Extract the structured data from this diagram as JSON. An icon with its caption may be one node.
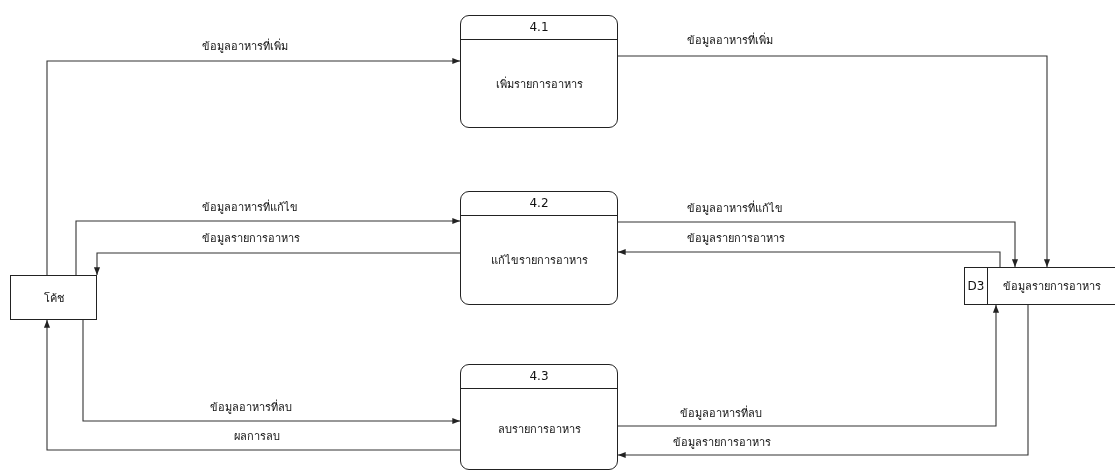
{
  "diagram": {
    "nodes": [
      {
        "text": [
          "โค้ช"
        ]
      },
      {
        "text": [
          "4.1",
          "เพิ่มรายการอาหาร"
        ]
      },
      {
        "text": [
          "4.2",
          "แก้ไขรายการอาหาร"
        ]
      },
      {
        "text": [
          "4.3",
          "ลบรายการอาหาร"
        ]
      },
      {
        "text": [
          "D3",
          "ข้อมูลรายการอาหาร"
        ]
      }
    ],
    "edges": [
      {
        "from": 0,
        "to": 1,
        "arrow": "to",
        "label": "ข้อมูลอาหารที่เพิ่ม"
      },
      {
        "from": 1,
        "to": 4,
        "arrow": "to",
        "label": "ข้อมูลอาหารที่เพิ่ม"
      },
      {
        "from": 0,
        "to": 2,
        "arrow": "to",
        "label": "ข้อมูลอาหารที่แก้ไข"
      },
      {
        "from": 2,
        "to": 0,
        "arrow": "to",
        "label": "ข้อมูลรายการอาหาร"
      },
      {
        "from": 2,
        "to": 4,
        "arrow": "to",
        "label": "ข้อมูลอาหารที่แก้ไข"
      },
      {
        "from": 4,
        "to": 2,
        "arrow": "to",
        "label": "ข้อมูลรายการอาหาร"
      },
      {
        "from": 0,
        "to": 3,
        "arrow": "to",
        "label": "ข้อมูลอาหารที่ลบ"
      },
      {
        "from": 3,
        "to": 0,
        "arrow": "to",
        "label": "ผลการลบ"
      },
      {
        "from": 3,
        "to": 4,
        "arrow": "to",
        "label": "ข้อมูลอาหารที่ลบ"
      },
      {
        "from": 4,
        "to": 3,
        "arrow": "to",
        "label": "ข้อมูลรายการอาหาร"
      }
    ]
  }
}
